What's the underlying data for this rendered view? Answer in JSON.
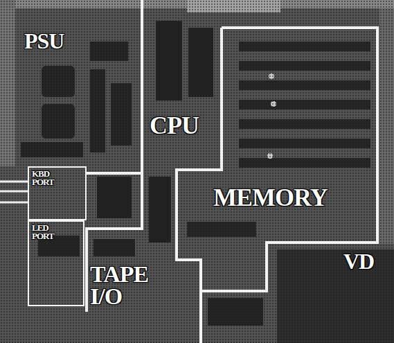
{
  "diagram": {
    "nodes": [
      {
        "text": [
          "PSU"
        ]
      },
      {
        "text": [
          "CPU"
        ]
      },
      {
        "text": [
          "KBD PORT"
        ]
      },
      {
        "text": [
          "MEMORY"
        ]
      },
      {
        "text": [
          "LED PORT"
        ]
      },
      {
        "text": [
          "TAPE I/O"
        ]
      },
      {
        "text": [
          "VD"
        ]
      }
    ]
  }
}
